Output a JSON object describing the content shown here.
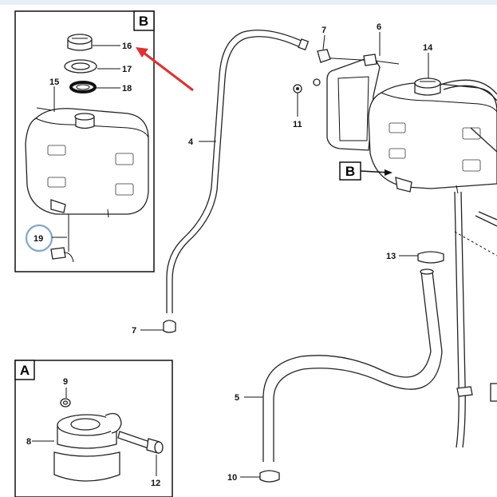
{
  "labels": {
    "l4": "4",
    "l5": "5",
    "l6": "6",
    "l7a": "7",
    "l7b": "7",
    "l10": "10",
    "l11": "11",
    "l13": "13",
    "l14": "14",
    "l15": "15",
    "l16": "16",
    "l17": "17",
    "l18": "18",
    "l19": "19",
    "l8": "8",
    "l9": "9",
    "l12": "12"
  },
  "boxes": {
    "detail_b": "B",
    "detail_a": "A",
    "callout_b": "B"
  },
  "colors": {
    "arrow": "#e03030",
    "highlight_circle": "#7fa6cf",
    "ink": "#222222",
    "topbar": "#e8eef7"
  }
}
